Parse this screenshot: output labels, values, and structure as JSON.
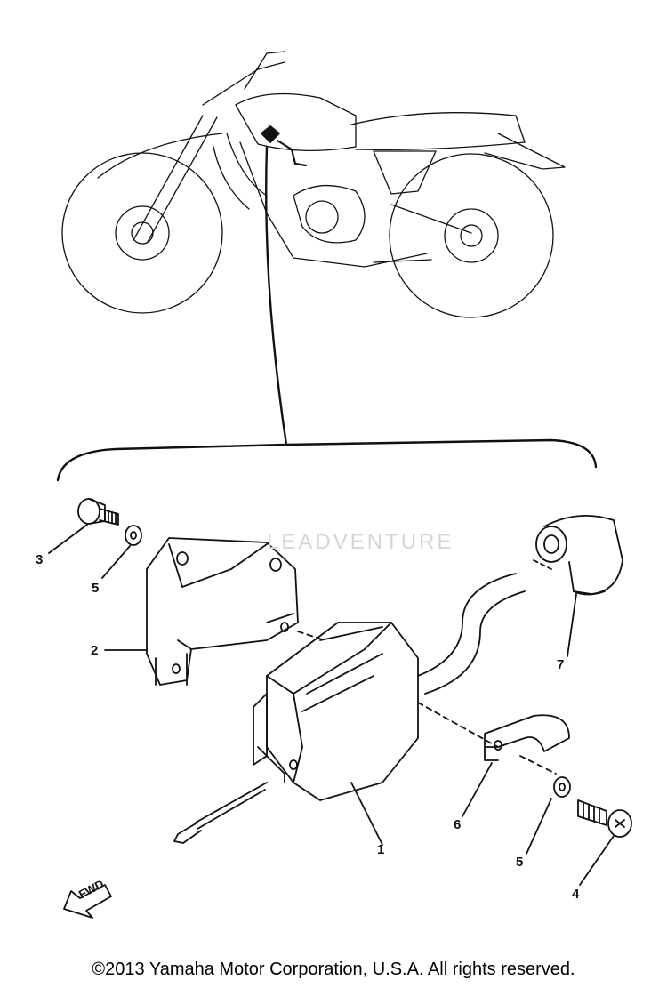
{
  "diagram": {
    "callouts": [
      {
        "id": "3a",
        "text": "3"
      },
      {
        "id": "5a",
        "text": "5"
      },
      {
        "id": "2",
        "text": "2"
      },
      {
        "id": "7",
        "text": "7"
      },
      {
        "id": "6",
        "text": "6"
      },
      {
        "id": "1",
        "text": "1"
      },
      {
        "id": "5b",
        "text": "5"
      },
      {
        "id": "4",
        "text": "4"
      }
    ],
    "fwd_label": "FWD",
    "watermark": "LEADVENTURE",
    "copyright": "©2013 Yamaha Motor Corporation, U.S.A. All rights reserved."
  },
  "icons": [
    "motorcycle-illustration",
    "ignition-coil-icon",
    "bracket-icon",
    "spark-plug-cap-icon",
    "bolt-icon",
    "washer-icon",
    "clamp-icon",
    "fwd-arrow-icon"
  ],
  "colors": {
    "ink": "#111111",
    "watermark": "#d6d6d6",
    "background": "#ffffff"
  }
}
